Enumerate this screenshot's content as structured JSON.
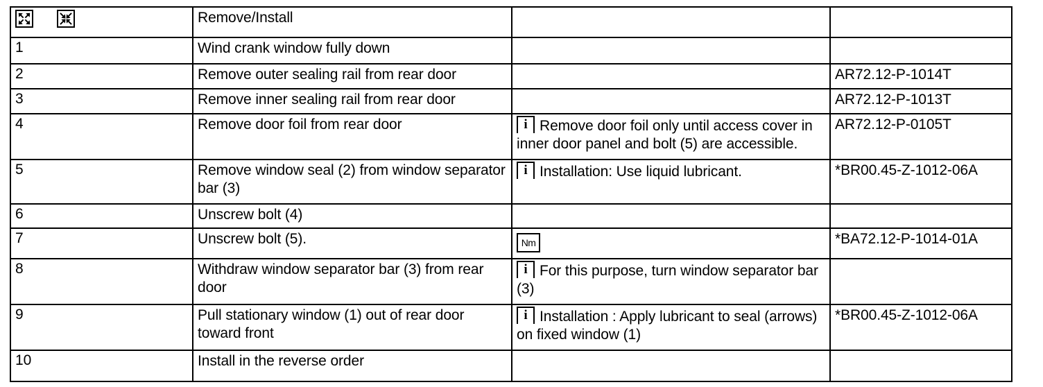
{
  "document": {
    "type": "workshop-procedure-table",
    "columns": [
      "step",
      "operation",
      "note",
      "reference"
    ]
  },
  "header": {
    "icons": [
      {
        "name": "remove-icon",
        "glyph": "arrows-outward",
        "title": "Remove"
      },
      {
        "name": "install-icon",
        "glyph": "arrows-inward",
        "title": "Install"
      }
    ],
    "operation": "Remove/Install",
    "note": "",
    "reference": ""
  },
  "rows": [
    {
      "step": "1",
      "operation": "Wind crank window fully down",
      "note": {
        "icon": "",
        "text": ""
      },
      "reference": ""
    },
    {
      "step": "2",
      "operation": "Remove outer sealing rail from rear door",
      "note": {
        "icon": "",
        "text": ""
      },
      "reference": "AR72.12-P-1014T"
    },
    {
      "step": "3",
      "operation": "Remove inner sealing rail from rear door",
      "note": {
        "icon": "",
        "text": ""
      },
      "reference": "AR72.12-P-1013T"
    },
    {
      "step": "4",
      "operation": "Remove door foil from rear door",
      "note": {
        "icon": "info-icon",
        "text": "Remove door foil only until access cover in inner door panel and bolt (5) are accessible."
      },
      "reference": "AR72.12-P-0105T"
    },
    {
      "step": "5",
      "operation": "Remove window seal (2) from window separator bar (3)",
      "note": {
        "icon": "info-icon",
        "text": "Installation: Use liquid lubricant."
      },
      "reference": "*BR00.45-Z-1012-06A"
    },
    {
      "step": "6",
      "operation": "Unscrew bolt (4)",
      "note": {
        "icon": "",
        "text": ""
      },
      "reference": ""
    },
    {
      "step": "7",
      "operation": "Unscrew bolt (5).",
      "note": {
        "icon": "nm-icon",
        "icon_label": "Nm",
        "text": ""
      },
      "reference": "*BA72.12-P-1014-01A"
    },
    {
      "step": "8",
      "operation": "Withdraw window separator bar (3) from rear door",
      "note": {
        "icon": "info-icon",
        "text": "For this purpose, turn window separator bar (3)"
      },
      "reference": ""
    },
    {
      "step": "9",
      "operation": "Pull stationary window (1) out of rear door toward front",
      "note": {
        "icon": "info-icon",
        "text": "Installation : Apply lubricant to seal (arrows) on fixed window (1)"
      },
      "reference": "*BR00.45-Z-1012-06A"
    },
    {
      "step": "10",
      "operation": "Install in the reverse order",
      "note": {
        "icon": "",
        "text": ""
      },
      "reference": ""
    }
  ],
  "colors": {
    "border": "#000000",
    "text": "#000000",
    "background": "#ffffff"
  }
}
